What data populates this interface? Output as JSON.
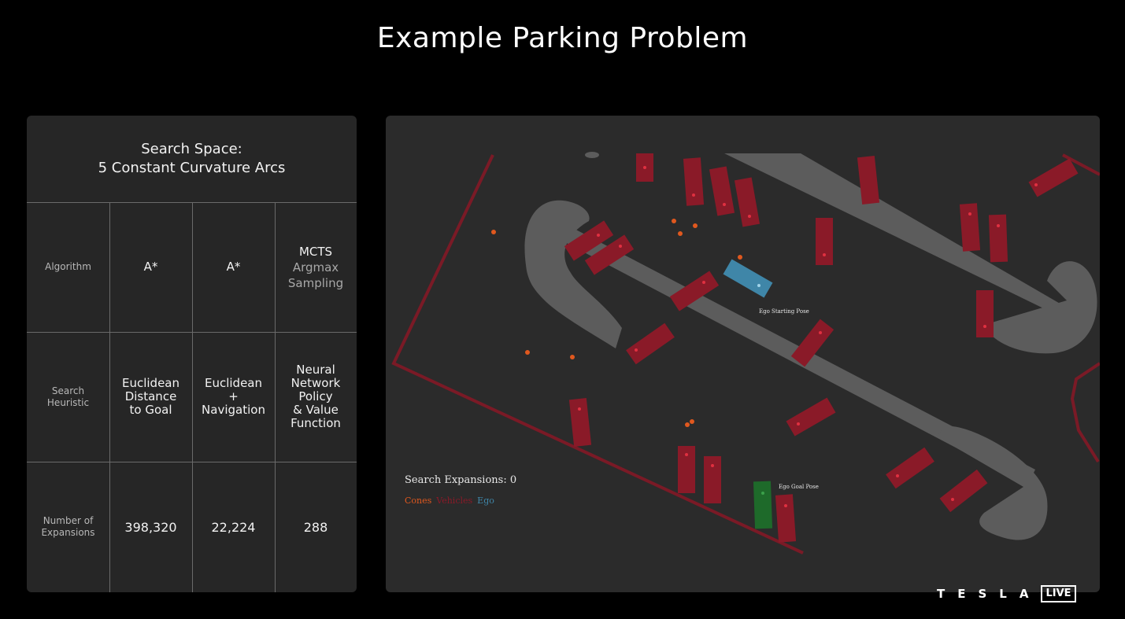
{
  "slide": {
    "title": "Example Parking Problem"
  },
  "table": {
    "heading_line1": "Search Space:",
    "heading_line2": "5 Constant Curvature Arcs",
    "rows": {
      "algorithm": {
        "label": "Algorithm",
        "col1": "A*",
        "col2": "A*",
        "col3_line1": "MCTS",
        "col3_line2": "Argmax",
        "col3_line3": "Sampling"
      },
      "heuristic": {
        "label_line1": "Search",
        "label_line2": "Heuristic",
        "col1_line1": "Euclidean",
        "col1_line2": "Distance",
        "col1_line3": "to Goal",
        "col2_line1": "Euclidean",
        "col2_line2": "+",
        "col2_line3": "Navigation",
        "col3_line1": "Neural",
        "col3_line2": "Network",
        "col3_line3": "Policy",
        "col3_line4": "& Value",
        "col3_line5": "Function"
      },
      "expansions": {
        "label_line1": "Number of",
        "label_line2": "Expansions",
        "col1": "398,320",
        "col2": "22,224",
        "col3": "288"
      }
    }
  },
  "map": {
    "expansions_label": "Search Expansions: 0",
    "legend": {
      "cones": "Cones",
      "vehicles": "Vehicles",
      "ego": "Ego"
    },
    "start_label": "Ego Starting Pose",
    "goal_label": "Ego Goal Pose",
    "colors": {
      "background": "#2b2b2b",
      "road": "#5c5c5c",
      "vehicle": "#8a1a28",
      "cone": "#e0581e",
      "ego_start": "#3f86a8",
      "ego_goal": "#1e6a2a",
      "boundary": "#7a1a26"
    }
  },
  "brand": {
    "wordmark": "TESLA",
    "badge": "LIVE"
  }
}
